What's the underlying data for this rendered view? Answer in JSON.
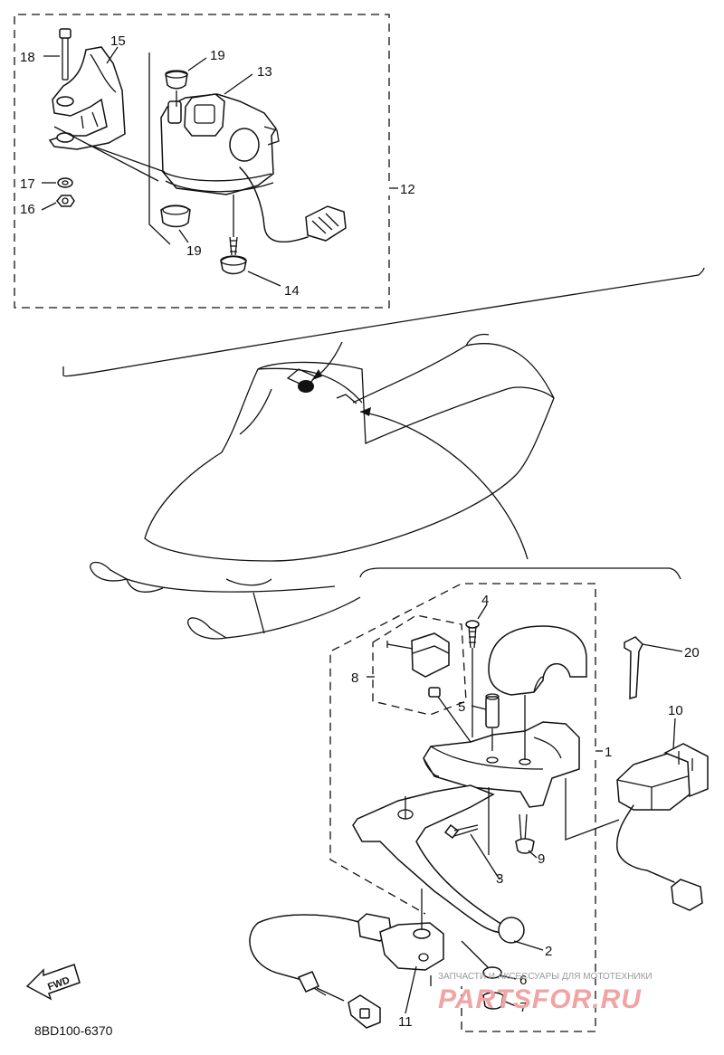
{
  "drawing_code": "8BD100-6370",
  "fwd_label": "FWD",
  "watermark": {
    "small": "ЗАПЧАСТИ И АКСЕССУАРЫ ДЛЯ МОТОТЕХНИКИ",
    "large": "PARTSFOR.RU"
  },
  "callouts": [
    {
      "id": "c1",
      "label": "1"
    },
    {
      "id": "c2",
      "label": "2"
    },
    {
      "id": "c3",
      "label": "3"
    },
    {
      "id": "c4",
      "label": "4"
    },
    {
      "id": "c5",
      "label": "5"
    },
    {
      "id": "c6",
      "label": "6"
    },
    {
      "id": "c7",
      "label": "7"
    },
    {
      "id": "c8",
      "label": "8"
    },
    {
      "id": "c9",
      "label": "9"
    },
    {
      "id": "c10",
      "label": "10"
    },
    {
      "id": "c11",
      "label": "11"
    },
    {
      "id": "c12",
      "label": "12"
    },
    {
      "id": "c13",
      "label": "13"
    },
    {
      "id": "c14",
      "label": "14"
    },
    {
      "id": "c15",
      "label": "15"
    },
    {
      "id": "c16",
      "label": "16"
    },
    {
      "id": "c17",
      "label": "17"
    },
    {
      "id": "c18",
      "label": "18"
    },
    {
      "id": "c19a",
      "label": "19"
    },
    {
      "id": "c19b",
      "label": "19"
    },
    {
      "id": "c20",
      "label": "20"
    }
  ]
}
